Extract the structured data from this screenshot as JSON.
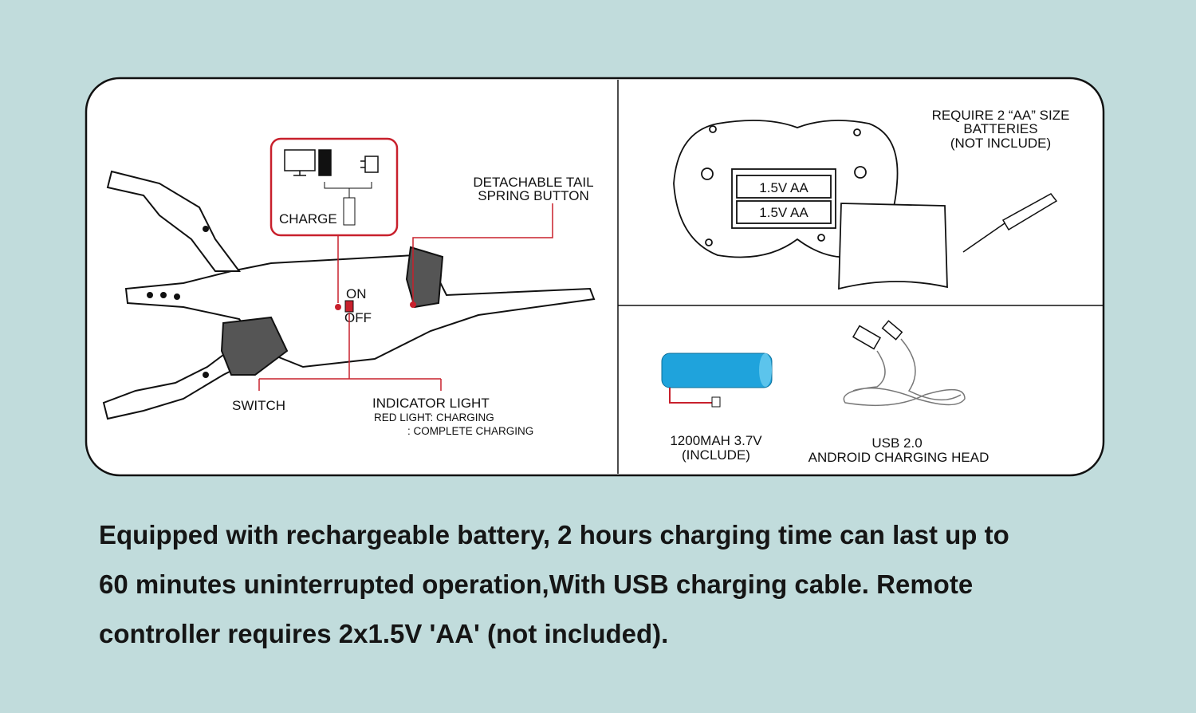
{
  "left_panel": {
    "charge_label": "CHARGE",
    "tail_label_line1": "DETACHABLE TAIL",
    "tail_label_line2": "SPRING BUTTON",
    "switch_on": "ON",
    "switch_off": "OFF",
    "switch_label": "SWITCH",
    "indicator_title": "INDICATOR LIGHT",
    "indicator_line1": "RED LIGHT: CHARGING",
    "indicator_line2": ": COMPLETE CHARGING"
  },
  "top_right_panel": {
    "require_line1": "REQUIRE 2 “AA” SIZE",
    "require_line2": "BATTERIES",
    "require_line3": "(NOT INCLUDE)",
    "battery_slot1": "1.5V AA",
    "battery_slot2": "1.5V AA"
  },
  "bottom_right_panel": {
    "battery_line1": "1200MAH 3.7V",
    "battery_line2": "(INCLUDE)",
    "usb_line1": "USB 2.0",
    "usb_line2": "ANDROID CHARGING HEAD"
  },
  "description": {
    "line1": "Equipped with rechargeable battery, 2 hours charging time can last up to",
    "line2": "60 minutes uninterrupted operation,With USB charging cable. Remote",
    "line3": "controller requires 2x1.5V 'AA' (not included)."
  },
  "colors": {
    "background": "#c1dcdc",
    "accent_red": "#c8202c",
    "battery_blue": "#1fa3dc"
  }
}
